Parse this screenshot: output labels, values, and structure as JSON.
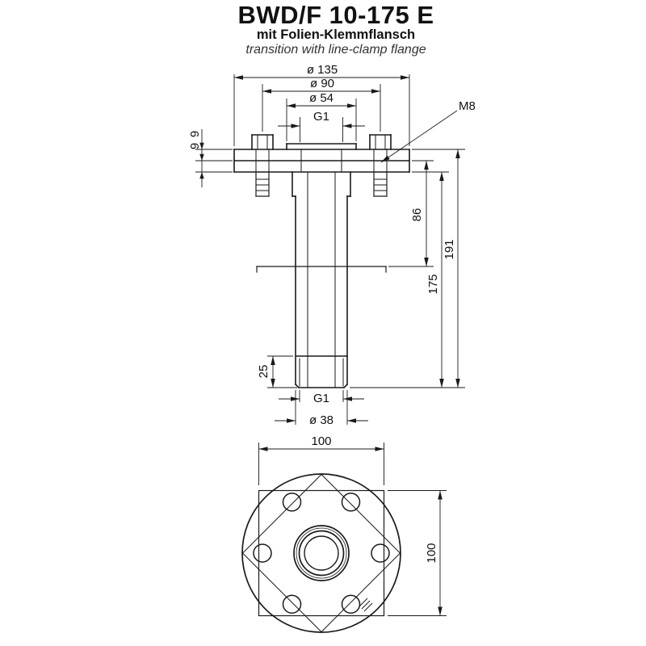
{
  "header": {
    "title": "BWD/F 10-175 E",
    "subtitle_de": "mit Folien-Klemmflansch",
    "subtitle_en": "transition with line-clamp flange"
  },
  "front_view": {
    "dims": {
      "d135": "ø 135",
      "d90": "ø 90",
      "d54": "ø 54",
      "thread_top": "G1",
      "bolt": "M8",
      "plate1_thickness": "9",
      "plate2_thickness": "9",
      "h86": "86",
      "h191": "191",
      "h175": "175",
      "h25": "25",
      "thread_bottom": "G1",
      "d38": "ø 38"
    }
  },
  "bottom_view": {
    "dims": {
      "width": "100",
      "height": "100"
    }
  },
  "colors": {
    "line": "#1a1a1a",
    "faint": "#bdbdbd",
    "background": "#ffffff"
  }
}
